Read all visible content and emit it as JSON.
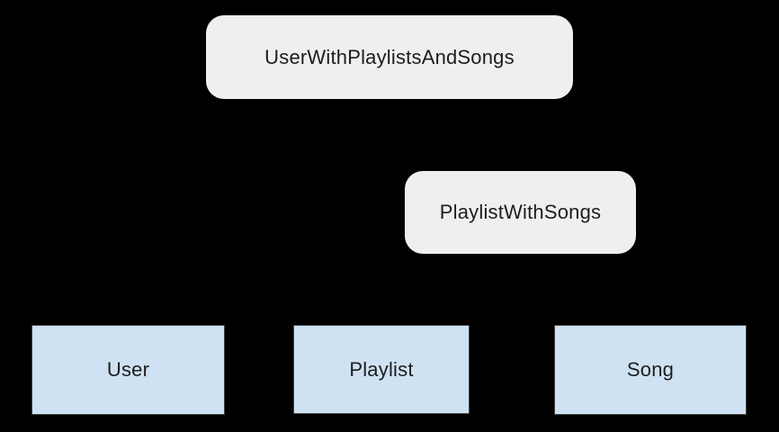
{
  "canvas": {
    "background_color": "#000000"
  },
  "diagram": {
    "nodes": [
      {
        "label": "UserWithPlaylistsAndSongs",
        "shape": "rounded-rectangle",
        "fill": "#efefef"
      },
      {
        "label": "PlaylistWithSongs",
        "shape": "rounded-rectangle",
        "fill": "#efefef"
      },
      {
        "label": "User",
        "shape": "rectangle",
        "fill": "#cfe2f3"
      },
      {
        "label": "Playlist",
        "shape": "rectangle",
        "fill": "#cfe2f3"
      },
      {
        "label": "Song",
        "shape": "rectangle",
        "fill": "#cfe2f3"
      }
    ],
    "colors": {
      "composite_fill": "#efefef",
      "entity_fill": "#cfe2f3",
      "entity_border": "#424242",
      "label_text": "#1d1d1d",
      "background": "#000000"
    }
  }
}
